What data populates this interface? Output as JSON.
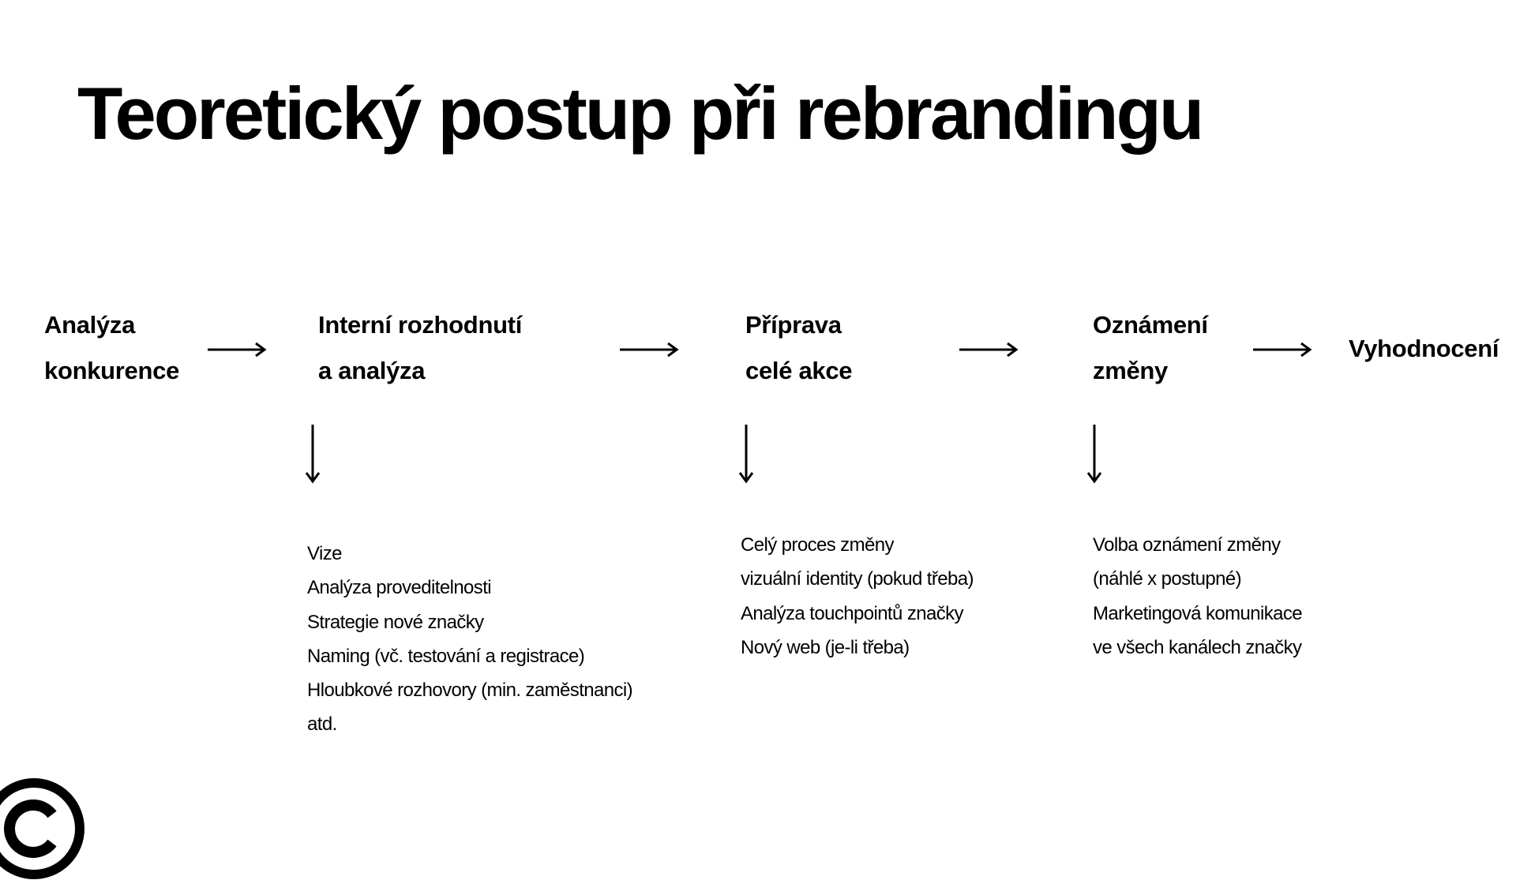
{
  "title": "Teoretický postup při rebrandingu",
  "steps": [
    {
      "line1": "Analýza",
      "line2": "konkurence"
    },
    {
      "line1": "Interní rozhodnutí",
      "line2": "a analýza"
    },
    {
      "line1": "Příprava",
      "line2": "celé akce"
    },
    {
      "line1": "Oznámení",
      "line2": "změny"
    },
    {
      "line1": "Vyhodnocení",
      "line2": ""
    }
  ],
  "details": [
    [
      "Vize",
      "Analýza proveditelnosti",
      "Strategie nové značky",
      "Naming (vč. testování a registrace)",
      "Hloubkové rozhovory (min. zaměstnanci)",
      "atd."
    ],
    [
      "Celý proces změny",
      "vizuální identity (pokud třeba)",
      "Analýza touchpointů značky",
      "Nový web (je-li třeba)"
    ],
    [
      "Volba oznámení změny",
      "(náhlé x postupné)",
      "Marketingová komunikace",
      "ve všech kanálech značky"
    ]
  ],
  "icons": {
    "arrow_right": "arrow-right-icon",
    "arrow_down": "arrow-down-icon",
    "logo": "copyright-c-logo"
  },
  "colors": {
    "text": "#000000",
    "background": "#ffffff"
  }
}
